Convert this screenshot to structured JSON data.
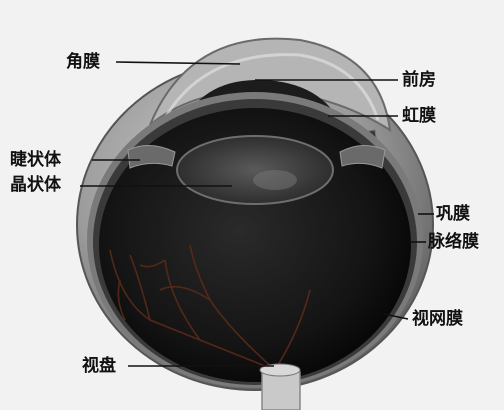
{
  "labels": {
    "cornea": "角膜",
    "anterior_chamber": "前房",
    "iris": "虹膜",
    "ciliary_body": "睫状体",
    "lens": "晶状体",
    "sclera": "巩膜",
    "choroid": "脉络膜",
    "retina": "视网膜",
    "optic_disc": "视盘"
  },
  "colors": {
    "background": "#f2f2f2",
    "eye_interior": "#111111",
    "label_text": "#111111"
  }
}
